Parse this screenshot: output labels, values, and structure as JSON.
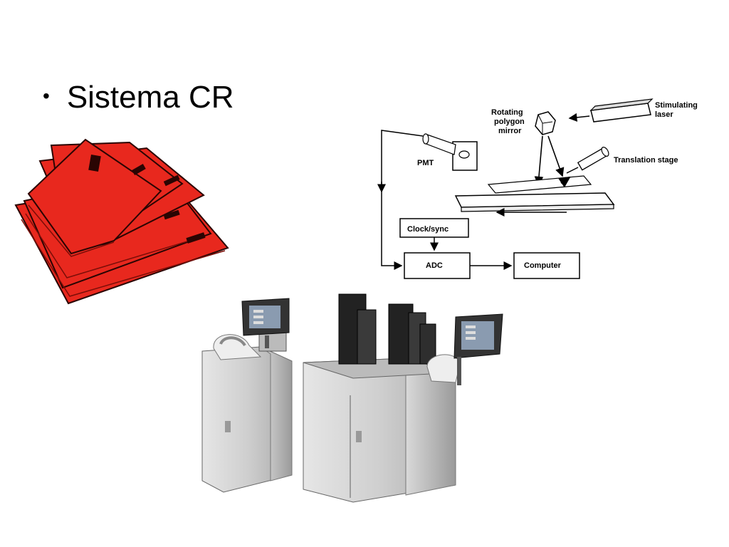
{
  "slide": {
    "bullet": "•",
    "title": "Sistema CR"
  },
  "diagram": {
    "labels": {
      "stimulating_laser": [
        "Stimulating",
        "laser"
      ],
      "rotating_mirror": [
        "Rotating",
        "polygon",
        "mirror"
      ],
      "pmt": "PMT",
      "translation_stage": "Translation stage",
      "clock_sync": "Clock/sync",
      "adc": "ADC",
      "computer": "Computer"
    }
  },
  "colors": {
    "cassette_red": "#e8281e",
    "cassette_dark": "#7a0e08",
    "machine_gray": "#c9c9c9"
  },
  "icons": [
    "imaging-plate-cassettes-illustration",
    "cr-reader-machines-illustration"
  ]
}
